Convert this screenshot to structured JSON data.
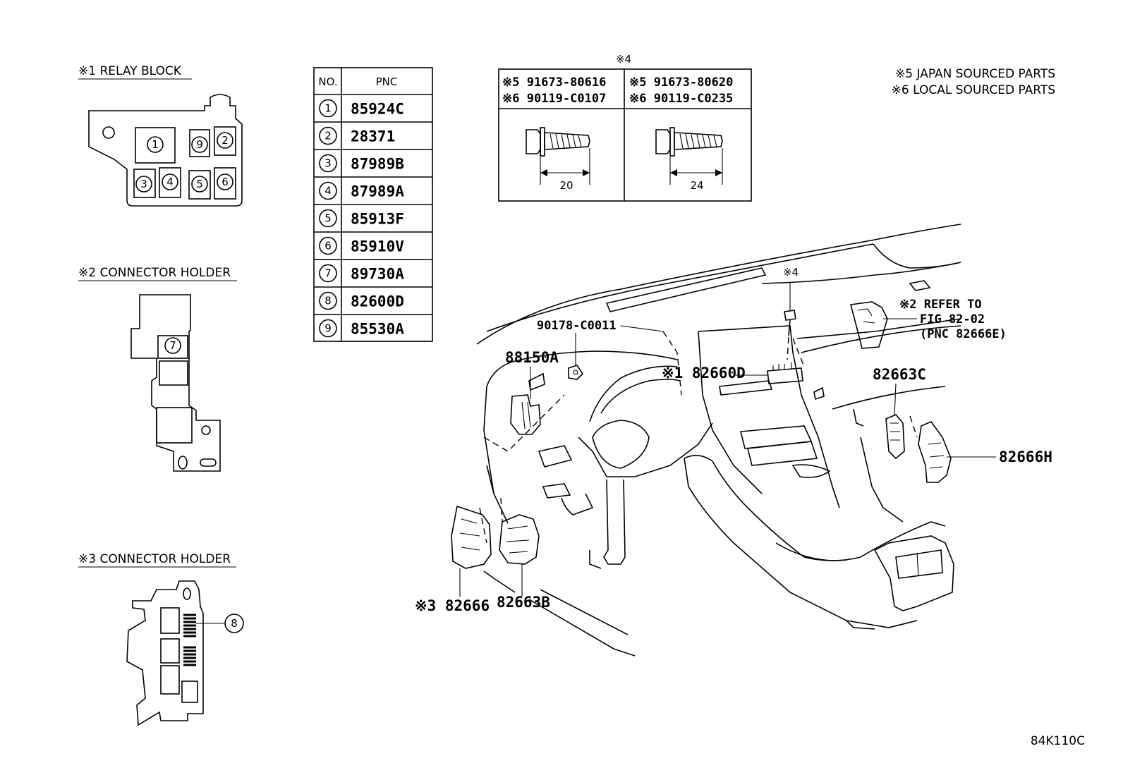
{
  "callouts": {
    "relay_block_title": "※1 RELAY BLOCK",
    "connector_holder2_title": "※2 CONNECTOR HOLDER",
    "connector_holder3_title": "※3 CONNECTOR HOLDER"
  },
  "relay_block_numbers": [
    "1",
    "9",
    "2",
    "3",
    "4",
    "5",
    "6"
  ],
  "connector_holder2_number": "7",
  "connector_holder3_number": "8",
  "pnc_table": {
    "header_no": "NO.",
    "header_pnc": "PNC",
    "rows": [
      {
        "no": "1",
        "pnc": "85924C"
      },
      {
        "no": "2",
        "pnc": "28371"
      },
      {
        "no": "3",
        "pnc": "87989B"
      },
      {
        "no": "4",
        "pnc": "87989A"
      },
      {
        "no": "5",
        "pnc": "85913F"
      },
      {
        "no": "6",
        "pnc": "85910V"
      },
      {
        "no": "7",
        "pnc": "89730A"
      },
      {
        "no": "8",
        "pnc": "82600D"
      },
      {
        "no": "9",
        "pnc": "85530A"
      }
    ]
  },
  "bolt_table": {
    "mark": "※4",
    "left": {
      "line1": "※5 91673-80616",
      "line2": "※6 90119-C0107",
      "dimension": "20"
    },
    "right": {
      "line1": "※5 91673-80620",
      "line2": "※6 90119-C0235",
      "dimension": "24"
    }
  },
  "notes": {
    "note5": "※5 JAPAN SOURCED PARTS",
    "note6": "※6 LOCAL SOURCED PARTS"
  },
  "parts": {
    "p90178": "90178-C0011",
    "p88150A": "88150A",
    "mark4": "※4",
    "p82660D": "※1 82660D",
    "refer1": "※2 REFER TO",
    "refer2": "FIG 82-02",
    "refer3": "(PNC 82666E)",
    "p82663C": "82663C",
    "p82666H": "82666H",
    "p82666": "※3 82666",
    "p82663B": "82663B"
  },
  "figure_code": "84K110C"
}
